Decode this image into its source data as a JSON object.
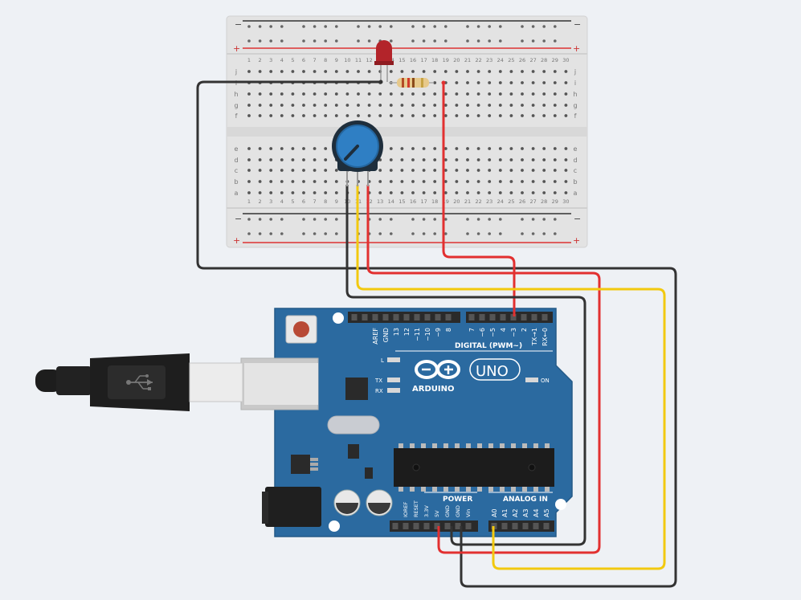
{
  "breadboard": {
    "rail_minus": "−",
    "rail_plus": "+",
    "rows_top": [
      "j",
      "i",
      "h",
      "g",
      "f"
    ],
    "rows_bottom": [
      "e",
      "d",
      "c",
      "b",
      "a"
    ],
    "columns": [
      "1",
      "2",
      "3",
      "4",
      "5",
      "6",
      "7",
      "8",
      "9",
      "10",
      "11",
      "12",
      "13",
      "14",
      "15",
      "16",
      "17",
      "18",
      "19",
      "20",
      "21",
      "22",
      "23",
      "24",
      "25",
      "26",
      "27",
      "28",
      "29",
      "30"
    ]
  },
  "arduino": {
    "brand": "ARDUINO",
    "model": "UNO",
    "digital_label": "DIGITAL (PWM~)",
    "power_label": "POWER",
    "analog_label": "ANALOG IN",
    "on_label": "ON",
    "led_l": "L",
    "led_tx": "TX",
    "led_rx": "RX",
    "digital_pins": [
      "AREF",
      "GND",
      "13",
      "12",
      "~11",
      "~10",
      "~9",
      "8",
      "7",
      "~6",
      "~5",
      "4",
      "~3",
      "2",
      "TX→1",
      "RX←0"
    ],
    "power_pins": [
      "IOREF",
      "RESET",
      "3.3V",
      "5V",
      "GND",
      "GND",
      "Vin"
    ],
    "analog_pins": [
      "A0",
      "A1",
      "A2",
      "A3",
      "A4",
      "A5"
    ]
  },
  "colors": {
    "board_blue": "#2b6aa0",
    "breadboard": "#e6e6e6",
    "wire_red": "#e23030",
    "wire_black": "#333333",
    "wire_yellow": "#f2c90f",
    "led_red": "#b3242a",
    "pot_blue": "#2f7fc4"
  },
  "icons": [
    "usb-icon"
  ]
}
